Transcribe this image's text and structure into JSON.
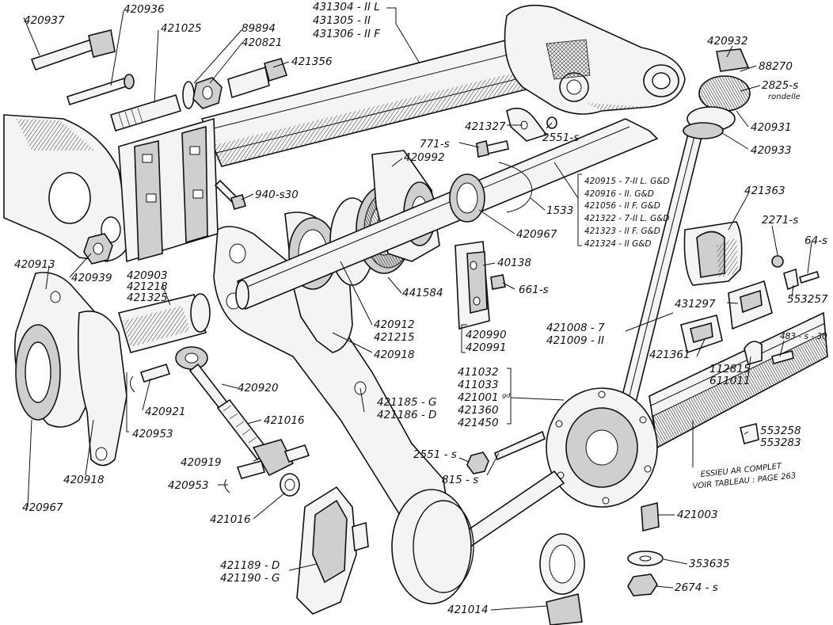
{
  "labels": [
    {
      "id": "l420937",
      "text": "420937"
    },
    {
      "id": "l420936",
      "text": "420936"
    },
    {
      "id": "l421025",
      "text": "421025"
    },
    {
      "id": "l89894",
      "text": "89894"
    },
    {
      "id": "l420821",
      "text": "420821"
    },
    {
      "id": "l421356",
      "text": "421356"
    },
    {
      "id": "l431304",
      "text": "431304 - II L"
    },
    {
      "id": "l431305",
      "text": "431305 - II"
    },
    {
      "id": "l431306",
      "text": "431306 - II F"
    },
    {
      "id": "l420932",
      "text": "420932"
    },
    {
      "id": "l88270",
      "text": "88270"
    },
    {
      "id": "l2825s",
      "text": "2825-s"
    },
    {
      "id": "lrondelle",
      "text": "rondelle"
    },
    {
      "id": "l420931",
      "text": "420931"
    },
    {
      "id": "l420933",
      "text": "420933"
    },
    {
      "id": "l421327",
      "text": "421327"
    },
    {
      "id": "l2551sa",
      "text": "2551-s"
    },
    {
      "id": "l771s",
      "text": "771-s"
    },
    {
      "id": "l420992",
      "text": "420992"
    },
    {
      "id": "l940s30",
      "text": "940-s30"
    },
    {
      "id": "l1533",
      "text": "1533"
    },
    {
      "id": "l420967a",
      "text": "420967"
    },
    {
      "id": "l420915",
      "text": "420915 - 7-II L. G&D"
    },
    {
      "id": "l420916",
      "text": "420916 - II. G&D"
    },
    {
      "id": "l421056",
      "text": "421056 - II F. G&D"
    },
    {
      "id": "l421322",
      "text": "421322 - 7-II L. G&D"
    },
    {
      "id": "l421323",
      "text": "421323 - II F. G&D"
    },
    {
      "id": "l421324",
      "text": "421324 - II G&D"
    },
    {
      "id": "l421363",
      "text": "421363"
    },
    {
      "id": "l2271s",
      "text": "2271-s"
    },
    {
      "id": "l64s",
      "text": "64-s"
    },
    {
      "id": "l553257",
      "text": "553257"
    },
    {
      "id": "l431297",
      "text": "431297"
    },
    {
      "id": "l420913",
      "text": "420913"
    },
    {
      "id": "l420939",
      "text": "420939"
    },
    {
      "id": "l420903",
      "text": "420903"
    },
    {
      "id": "l421218",
      "text": "421218"
    },
    {
      "id": "l421325",
      "text": "421325"
    },
    {
      "id": "l40138",
      "text": "40138"
    },
    {
      "id": "l661s",
      "text": "661-s"
    },
    {
      "id": "l441584",
      "text": "441584"
    },
    {
      "id": "l420912",
      "text": "420912"
    },
    {
      "id": "l421215",
      "text": "421215"
    },
    {
      "id": "l420918a",
      "text": "420918"
    },
    {
      "id": "l420990",
      "text": "420990"
    },
    {
      "id": "l420991",
      "text": "420991"
    },
    {
      "id": "l421008",
      "text": "421008 - 7"
    },
    {
      "id": "l421009",
      "text": "421009 - II"
    },
    {
      "id": "l421361",
      "text": "421361"
    },
    {
      "id": "l483s30",
      "text": "483 - s - 30"
    },
    {
      "id": "l112815",
      "text": "112815"
    },
    {
      "id": "l611011",
      "text": "611011"
    },
    {
      "id": "l420920",
      "text": "420920"
    },
    {
      "id": "l421016a",
      "text": "421016"
    },
    {
      "id": "l420921",
      "text": "420921"
    },
    {
      "id": "l420953a",
      "text": "420953"
    },
    {
      "id": "l420918b",
      "text": "420918"
    },
    {
      "id": "l420967b",
      "text": "420967"
    },
    {
      "id": "l420919",
      "text": "420919"
    },
    {
      "id": "l420953b",
      "text": "420953"
    },
    {
      "id": "l421016b",
      "text": "421016"
    },
    {
      "id": "l411032",
      "text": "411032"
    },
    {
      "id": "l411033",
      "text": "411033"
    },
    {
      "id": "l421001",
      "text": "421001 ᵍᵈ"
    },
    {
      "id": "l421360",
      "text": "421360"
    },
    {
      "id": "l421450",
      "text": "421450"
    },
    {
      "id": "l421185",
      "text": "421185 - G"
    },
    {
      "id": "l421186",
      "text": "421186 - D"
    },
    {
      "id": "l2551sb",
      "text": "2551 - s"
    },
    {
      "id": "l815s",
      "text": "815 - s"
    },
    {
      "id": "l553258",
      "text": "553258"
    },
    {
      "id": "l553283",
      "text": "553283"
    },
    {
      "id": "lessieu1",
      "text": "ESSIEU AR COMPLET"
    },
    {
      "id": "lessieu2",
      "text": "VOIR TABLEAU : PAGE 263"
    },
    {
      "id": "l421003",
      "text": "421003"
    },
    {
      "id": "l421189",
      "text": "421189 - D"
    },
    {
      "id": "l421190",
      "text": "421190 - G"
    },
    {
      "id": "l353635",
      "text": "353635"
    },
    {
      "id": "l2674s",
      "text": "2674 - s"
    },
    {
      "id": "l421014",
      "text": "421014"
    }
  ]
}
